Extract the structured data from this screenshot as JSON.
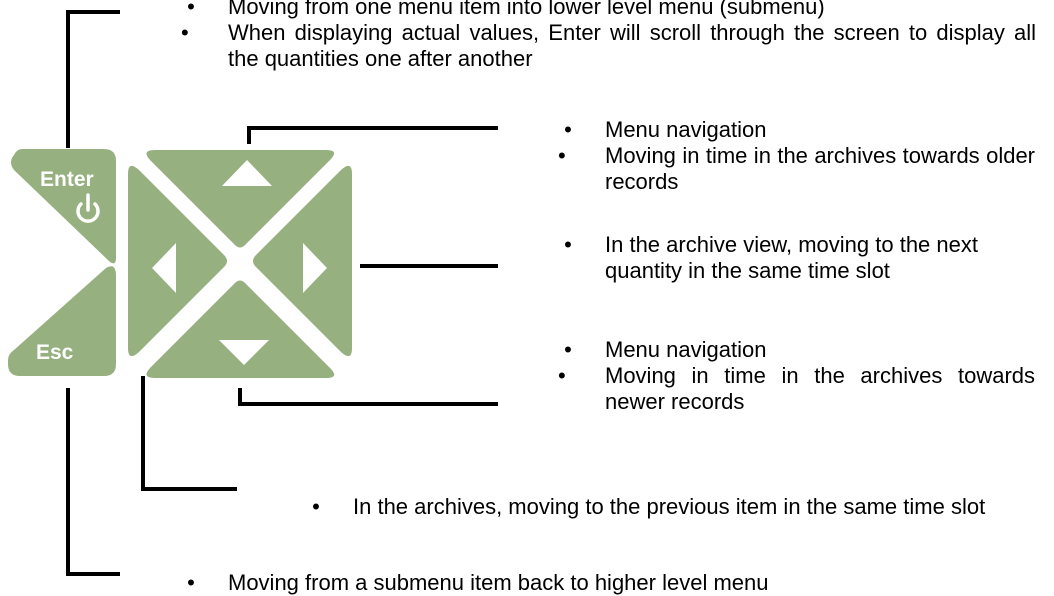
{
  "keypad": {
    "enter_label": "Enter",
    "esc_label": "Esc",
    "button_color": "#96b080",
    "glyph_color": "#ffffff"
  },
  "notes": {
    "enter": [
      "Moving from one menu item into lower level menu (submenu)",
      "When displaying actual values, Enter will scroll through the screen to display all the quantities one after another"
    ],
    "up": [
      "Menu navigation",
      "Moving in time in the archives towards older records"
    ],
    "right": [
      "In the archive view, moving to the next quantity in the same time slot"
    ],
    "down": [
      "Menu navigation",
      "Moving in time in the archives towards newer records"
    ],
    "left": [
      "In the archives, moving to the previous item in the same time slot"
    ],
    "esc": [
      "Moving from a submenu item back to higher level menu"
    ]
  }
}
